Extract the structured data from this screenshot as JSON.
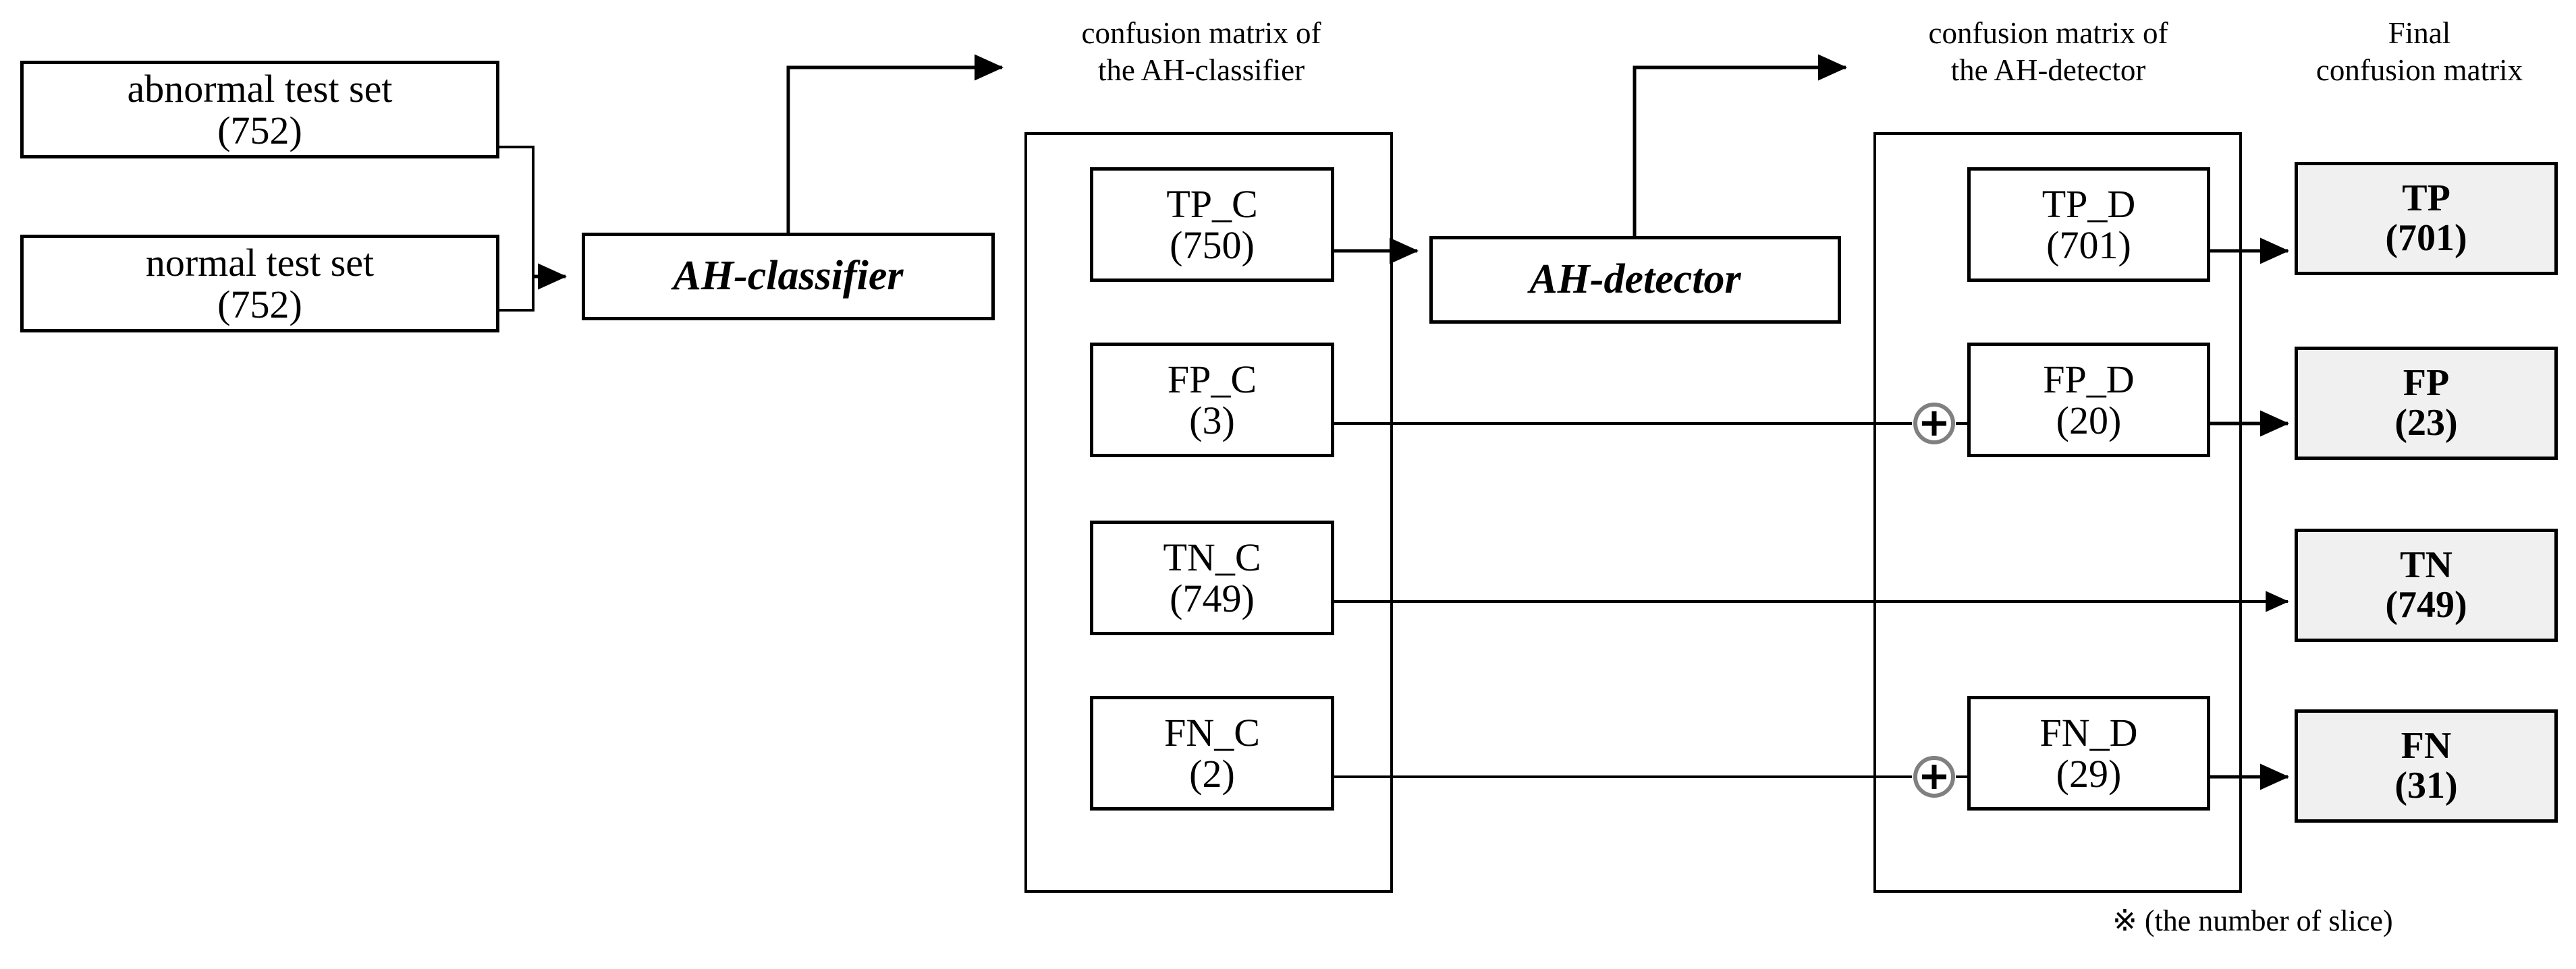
{
  "diagram": {
    "title_hidden": "AH-classifier / AH-detector confusion matrix pipeline",
    "footnote": "※ (the number of slice)"
  },
  "captions": {
    "classifier_matrix": "confusion matrix of\nthe AH-classifier",
    "detector_matrix": "confusion matrix of\nthe AH-detector",
    "final_matrix": "Final\nconfusion matrix"
  },
  "inputs": [
    {
      "name": "abnormal test set",
      "count": "(752)"
    },
    {
      "name": "normal test set",
      "count": "(752)"
    }
  ],
  "engines": {
    "classifier": "AH-classifier",
    "detector": "AH-detector"
  },
  "classifier_matrix": [
    {
      "label": "TP_C",
      "count": "(750)"
    },
    {
      "label": "FP_C",
      "count": "(3)"
    },
    {
      "label": "TN_C",
      "count": "(749)"
    },
    {
      "label": "FN_C",
      "count": "(2)"
    }
  ],
  "detector_matrix": [
    {
      "label": "TP_D",
      "count": "(701)"
    },
    {
      "label": "FP_D",
      "count": "(20)"
    },
    {
      "label": "FN_D",
      "count": "(29)"
    }
  ],
  "final_matrix": [
    {
      "label": "TP",
      "count": "(701)"
    },
    {
      "label": "FP",
      "count": "(23)"
    },
    {
      "label": "TN",
      "count": "(749)"
    },
    {
      "label": "FN",
      "count": "(31)"
    }
  ],
  "operators": [
    {
      "symbol": "+",
      "name": "sum-fp"
    },
    {
      "symbol": "+",
      "name": "sum-fn"
    }
  ],
  "colors": {
    "stroke": "#000000",
    "final_fill": "#f0f0f0",
    "operator_stroke": "#808080",
    "background": "#ffffff"
  }
}
